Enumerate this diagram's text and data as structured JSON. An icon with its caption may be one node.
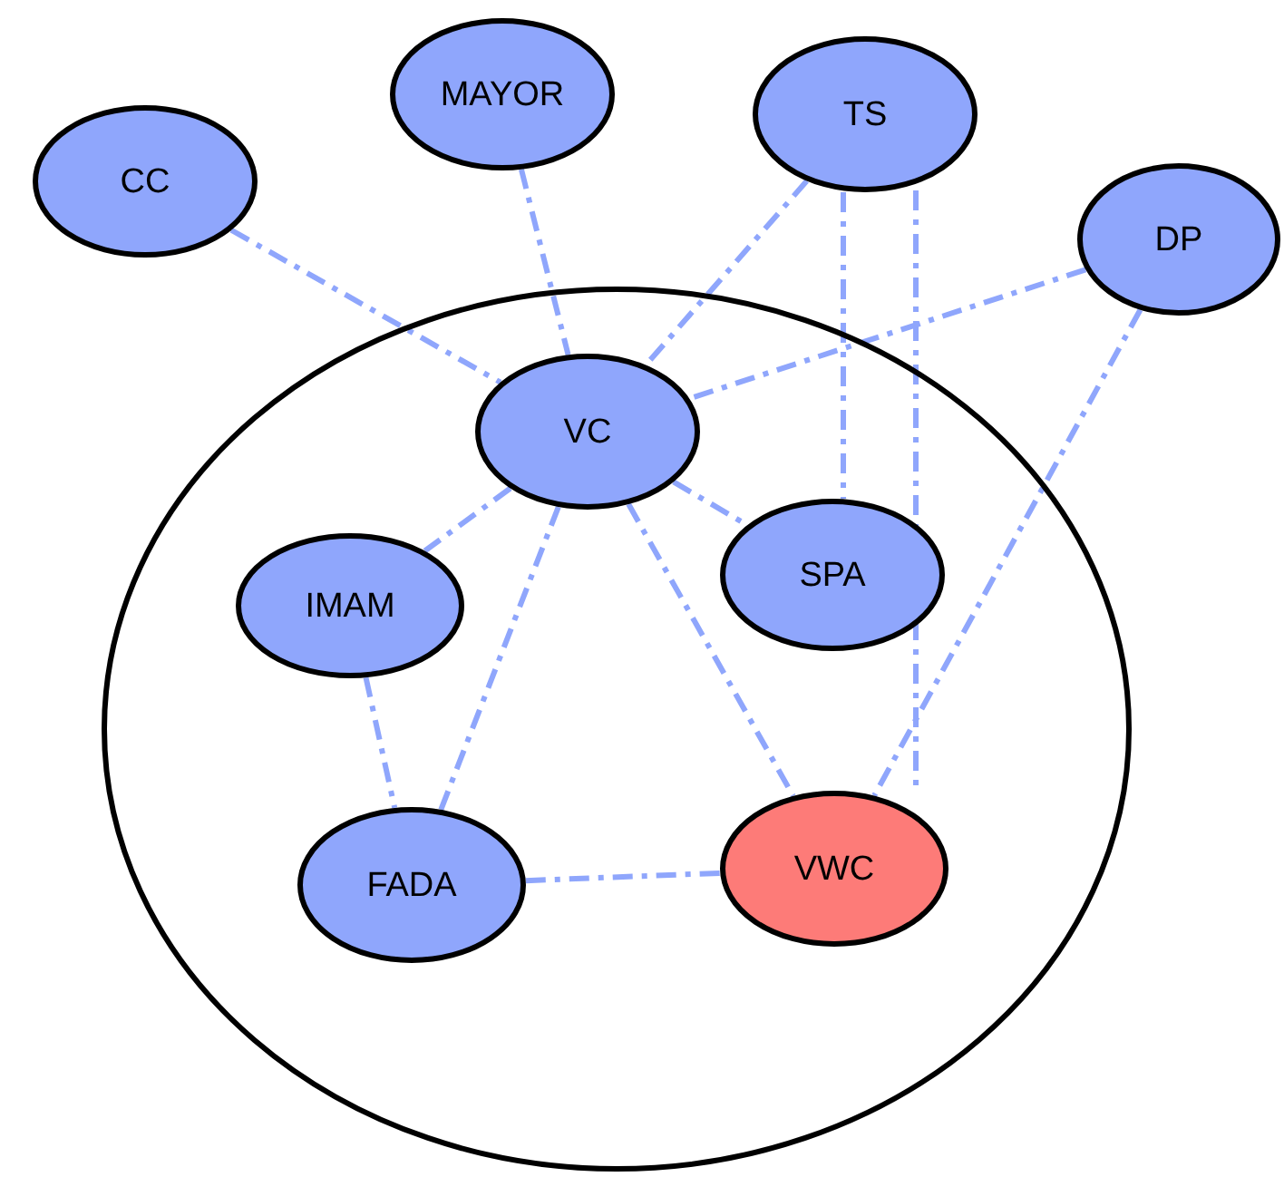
{
  "diagram": {
    "nodes": [
      {
        "text": [
          "CC"
        ]
      },
      {
        "text": [
          "MAYOR"
        ]
      },
      {
        "text": [
          "TS"
        ]
      },
      {
        "text": [
          "DP"
        ]
      },
      {
        "text": [],
        "shape": "circle"
      },
      {
        "text": [
          "VC"
        ],
        "in": 4
      },
      {
        "text": [
          "IMAM"
        ],
        "in": 4
      },
      {
        "text": [
          "SPA"
        ],
        "in": 4
      },
      {
        "text": [
          "FADA"
        ],
        "in": 4
      },
      {
        "text": [
          "VWC"
        ],
        "in": 4
      }
    ],
    "edges": [
      {
        "from": 0,
        "to": 5,
        "arrow": "none",
        "style": "dashed"
      },
      {
        "from": 1,
        "to": 5,
        "arrow": "none",
        "style": "dashed"
      },
      {
        "from": 2,
        "to": 5,
        "arrow": "none",
        "style": "dashed"
      },
      {
        "from": 2,
        "to": 7,
        "arrow": "none",
        "style": "dashed"
      },
      {
        "from": 2,
        "to": 7,
        "arrow": "none",
        "style": "dashed"
      },
      {
        "from": 7,
        "to": 9,
        "arrow": "none",
        "style": "dashed"
      },
      {
        "from": 3,
        "to": 5,
        "arrow": "none",
        "style": "dashed"
      },
      {
        "from": 3,
        "to": 9,
        "arrow": "none",
        "style": "dashed"
      },
      {
        "from": 5,
        "to": 6,
        "arrow": "none",
        "style": "dashed"
      },
      {
        "from": 5,
        "to": 7,
        "arrow": "none",
        "style": "dashed"
      },
      {
        "from": 5,
        "to": 8,
        "arrow": "none",
        "style": "dashed"
      },
      {
        "from": 5,
        "to": 9,
        "arrow": "none",
        "style": "dashed"
      },
      {
        "from": 6,
        "to": 8,
        "arrow": "none",
        "style": "dashed"
      },
      {
        "from": 8,
        "to": 9,
        "arrow": "none",
        "style": "dashed"
      }
    ]
  }
}
